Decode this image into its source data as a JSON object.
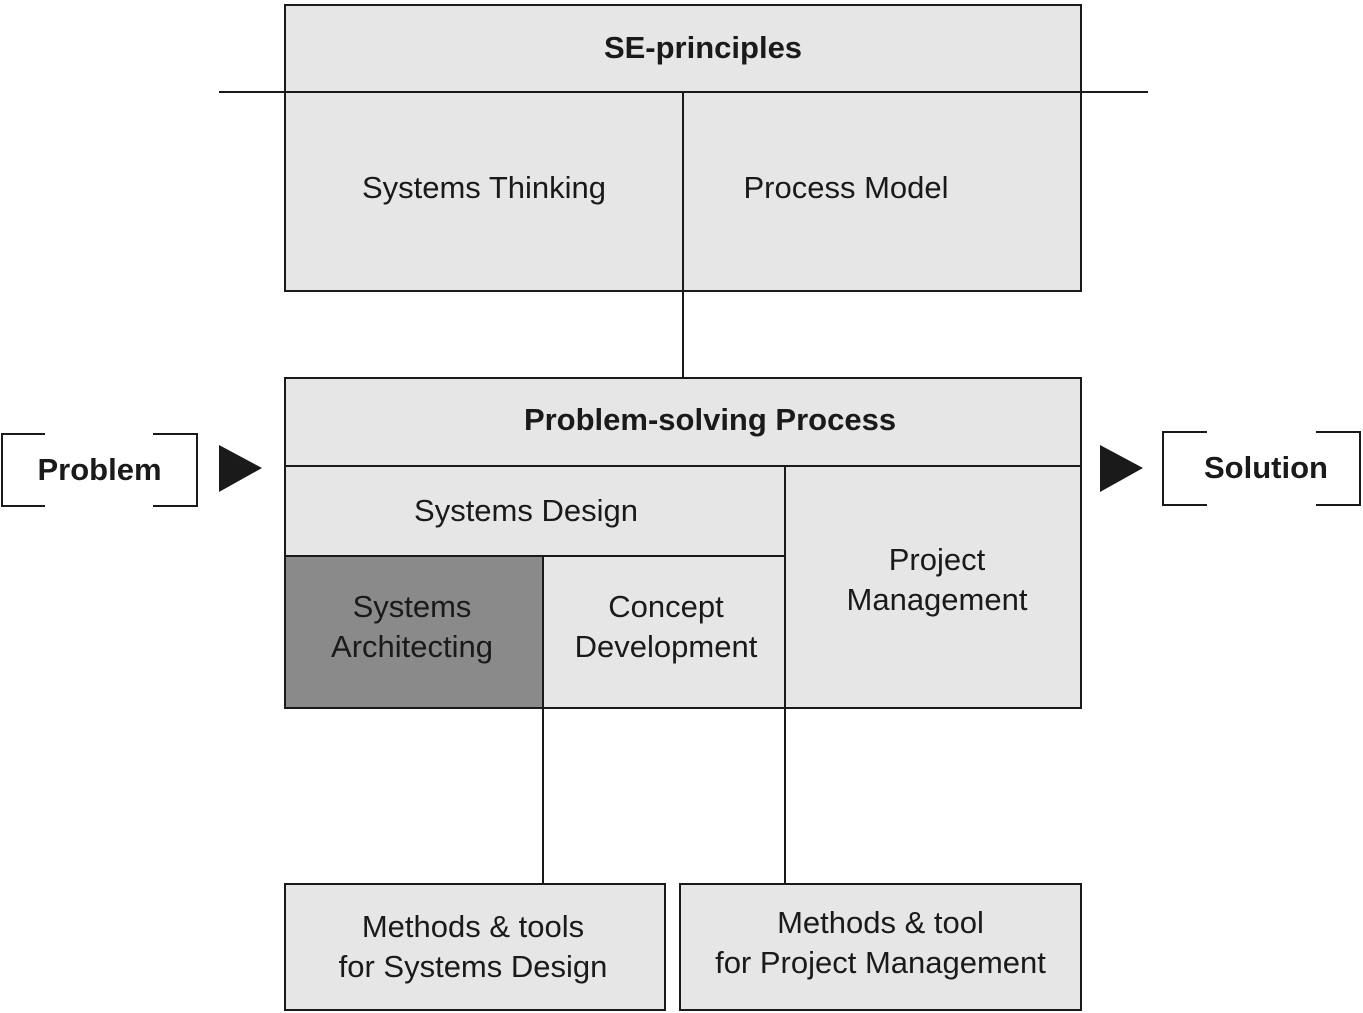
{
  "diagram": {
    "se_principles": {
      "title": "SE-principles",
      "systems_thinking": "Systems Thinking",
      "process_model": "Process Model"
    },
    "problem_solving": {
      "title": "Problem-solving Process",
      "systems_design": "Systems Design",
      "systems_architecting": "Systems\nArchitecting",
      "concept_development": "Concept\nDevelopment",
      "project_management": "Project\nManagement"
    },
    "problem_label": "Problem",
    "solution_label": "Solution",
    "methods_design": "Methods & tools\nfor Systems Design",
    "methods_pm": "Methods & tool\nfor Project Management"
  },
  "colors": {
    "box_fill": "#e6e6e6",
    "highlight_fill": "#8a8a8a",
    "stroke": "#1a1a1a",
    "background": "#ffffff"
  }
}
